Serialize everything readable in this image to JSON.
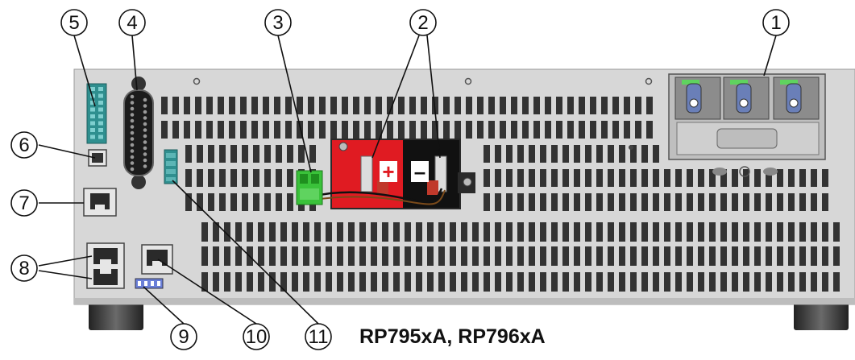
{
  "figure": {
    "model_caption": "RP795xA, RP796xA",
    "callouts": [
      "1",
      "2",
      "3",
      "4",
      "5",
      "6",
      "7",
      "8",
      "9",
      "10",
      "11"
    ],
    "terminal_plus": "+",
    "terminal_minus": "–"
  },
  "colors": {
    "panel": "#d7d7d7",
    "vent": "#333333",
    "red_terminal": "#e01b22",
    "black_terminal": "#111111",
    "green_connector": "#3ac23a",
    "teal_connector": "#2f8f8f",
    "blue_lug": "#6a7fb8"
  }
}
